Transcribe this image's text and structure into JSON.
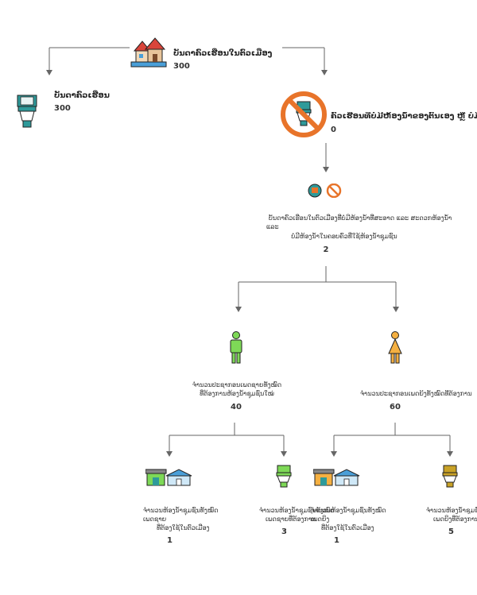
{
  "root": {
    "title": "ບັນດາຄົວເຮືອນໃນຕົວເມືອງ",
    "value": "300"
  },
  "left_node": {
    "title": "ບັນດາຄົວເຮືອນ",
    "value": "300"
  },
  "right_node": {
    "title": "ຄົວເຮືອນທີ່ບໍ່ມີຫ້ອງນ້ຳຂອງຕົນເອງ ຫຼື ບໍ່ມີຫ້ອງນ້ຳທີ່ສະອາດ",
    "value": "0"
  },
  "mid_node": {
    "line1": "ບັນດາຄົວເຮືອນໃນຕົວເມືອງທີ່ບໍ່ມີຫ້ອງນ້ຳທີ່ສະອາດ ແລະ ສະດວກຫ້ອງນ້ຳ",
    "line2": "ແລະ",
    "line3": "ບໍ່ມີຫ້ອງນ້ຳໃນຄອບຄົວທີ່ໃຊ້ຫ້ອງນ້ຳຊຸມຊົນ",
    "value": "2"
  },
  "male_node": {
    "line1": "ຈຳນວນປະຊາກອນເພດຊາຍທັງໝົດ",
    "line2": "ທີ່ຕ້ອງການຫ້ອງນ້ຳຊຸມຊົນໃໝ່",
    "value": "40"
  },
  "female_node": {
    "line1": "ຈຳນວນປະຊາກອນເພດຍິງທັງໝົດທີ່ຕ້ອງການ",
    "value": "60"
  },
  "leaf1": {
    "line1": "ຈຳນວນຫ້ອງນ້ຳຊຸມຊົນທັງໝົດ",
    "line2": "ເພດຊາຍ",
    "line3": "ທີ່ຕ້ອງໃຊ້ໃນຕົວເມືອງ",
    "value": "1"
  },
  "leaf2": {
    "line1": "ຈຳນວນຫ້ອງນ້ຳຊຸມຊົນທັງໝົດ",
    "line2": "ເພດຊາຍທີ່ຕ້ອງການ",
    "value": "3"
  },
  "leaf3": {
    "line1": "ຈຳນວນຫ້ອງນ້ຳຊຸມຊົນທັງໝົດ",
    "line2": "ເພດຍິງ",
    "line3": "ທີ່ຕ້ອງໃຊ້ໃນຕົວເມືອງ",
    "value": "1"
  },
  "leaf4": {
    "line1": "ຈຳນວນຫ້ອງນ້ຳຊຸມຊົນ",
    "line2": "ເພດຍິງທີ່ຕ້ອງການ",
    "value": "5"
  },
  "colors": {
    "connector": "#666666",
    "male": "#7ed957",
    "female": "#f5b041",
    "toilet_male": "#2e9a9a",
    "toilet_female": "#c9a227",
    "no_sign": "#e8742a"
  }
}
